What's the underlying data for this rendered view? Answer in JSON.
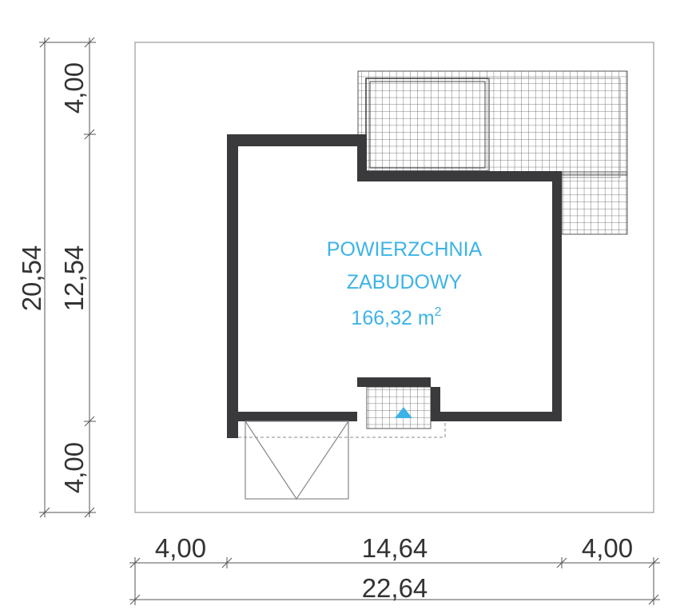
{
  "area": {
    "line1": "POWIERZCHNIA",
    "line2": "ZABUDOWY",
    "value": "166,32 m",
    "superscript": "2",
    "color": "#3db3e6"
  },
  "dimensions": {
    "left_total": "20,54",
    "left_top": "4,00",
    "left_middle": "12,54",
    "left_bottom": "4,00",
    "bottom_left": "4,00",
    "bottom_middle": "14,64",
    "bottom_right": "4,00",
    "bottom_total": "22,64"
  },
  "colors": {
    "wall": "#3a3a3c",
    "grid": "#555555",
    "entrance_marker": "#3db3e6"
  }
}
